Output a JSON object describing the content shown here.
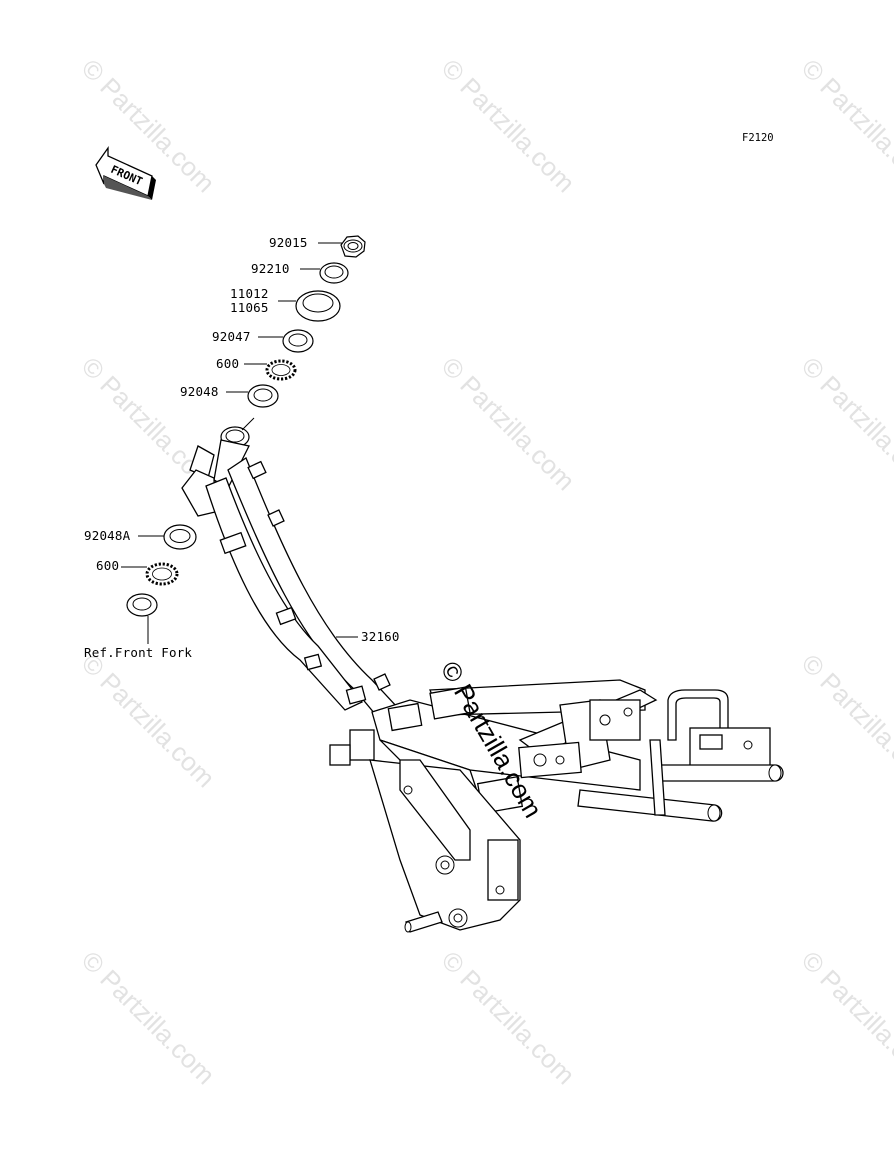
{
  "diagram": {
    "figure_code": "F2120",
    "front_arrow_label": "FRONT",
    "watermark_text": "© Partzilla.com",
    "center_watermark_text": "© Partzilla.com",
    "labels": {
      "p92015": "92015",
      "p92210": "92210",
      "p11012": "11012",
      "p11065": "11065",
      "p92047": "92047",
      "p600_top": "600",
      "p92048": "92048",
      "p92048a": "92048A",
      "p600_bottom": "600",
      "ref_front_fork": "Ref.Front Fork",
      "p32160": "32160"
    }
  }
}
